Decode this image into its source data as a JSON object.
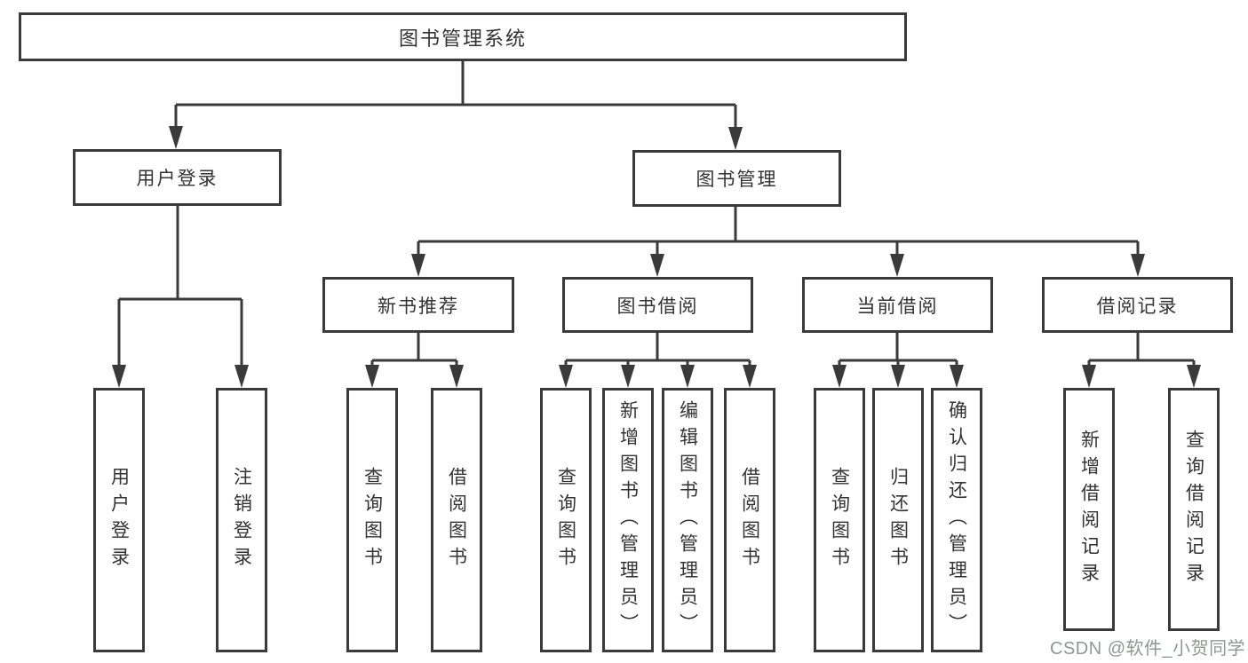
{
  "diagram": {
    "root": {
      "label": "图书管理系统"
    },
    "level1": [
      {
        "label": "用户登录"
      },
      {
        "label": "图书管理"
      }
    ],
    "level2": [
      {
        "label": "新书推荐"
      },
      {
        "label": "图书借阅"
      },
      {
        "label": "当前借阅"
      },
      {
        "label": "借阅记录"
      }
    ],
    "leaves": {
      "login": [
        {
          "label": "用户登录"
        },
        {
          "label": "注销登录"
        }
      ],
      "recommend": [
        {
          "label": "查询图书"
        },
        {
          "label": "借阅图书"
        }
      ],
      "borrow": [
        {
          "label": "查询图书"
        },
        {
          "label": "新增图书（管理员）"
        },
        {
          "label": "编辑图书（管理员）"
        },
        {
          "label": "借阅图书"
        }
      ],
      "current": [
        {
          "label": "查询图书"
        },
        {
          "label": "归还图书"
        },
        {
          "label": "确认归还（管理员）"
        }
      ],
      "records": [
        {
          "label": "新增借阅记录"
        },
        {
          "label": "查询借阅记录"
        }
      ]
    }
  },
  "watermark": "CSDN @软件_小贺同学",
  "colors": {
    "line": "#3a3a3a",
    "border": "#3a3a3a",
    "text": "#333333",
    "watermark_text": "#8f9793",
    "background": "#ffffff"
  }
}
